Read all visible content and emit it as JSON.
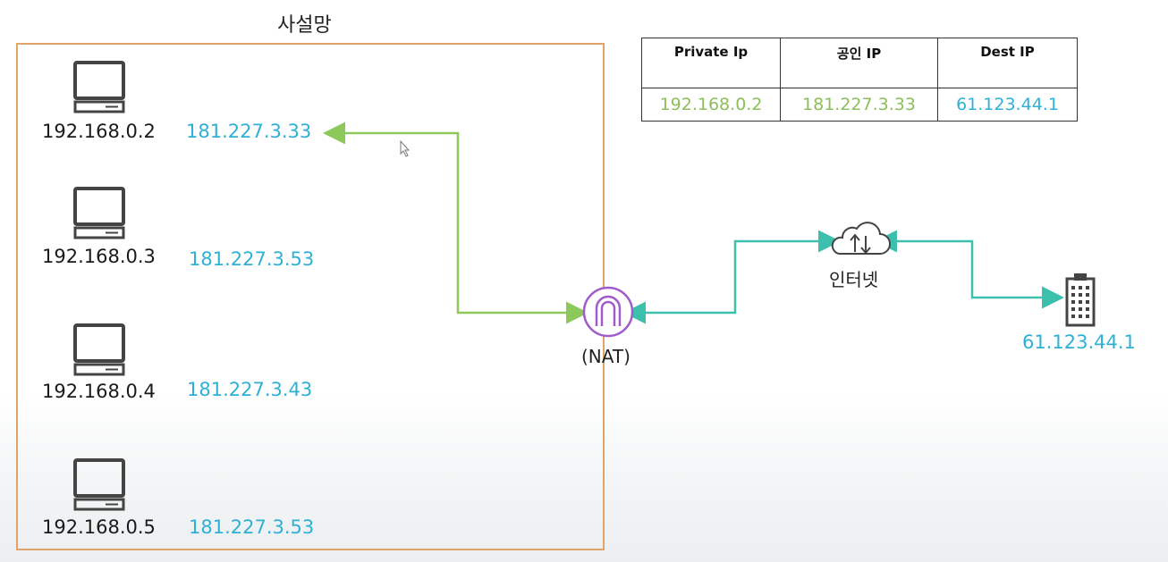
{
  "private_network": {
    "title": "사설망",
    "hosts": [
      {
        "private_ip": "192.168.0.2",
        "public_ip": "181.227.3.33"
      },
      {
        "private_ip": "192.168.0.3",
        "public_ip": "181.227.3.53"
      },
      {
        "private_ip": "192.168.0.4",
        "public_ip": "181.227.3.43"
      },
      {
        "private_ip": "192.168.0.5",
        "public_ip": "181.227.3.53"
      }
    ]
  },
  "nat": {
    "label": "(NAT)"
  },
  "internet": {
    "label": "인터넷"
  },
  "server": {
    "ip": "61.123.44.1"
  },
  "table": {
    "headers": [
      "Private Ip",
      "공인 IP",
      "Dest IP"
    ],
    "row": [
      "192.168.0.2",
      "181.227.3.33",
      "61.123.44.1"
    ]
  },
  "colors": {
    "private_box_border": "#e0a36a",
    "public_ip_text": "#2fb0d6",
    "lan_line": "#8cc85a",
    "wan_line": "#3dbfae",
    "nat_icon": "#a05cc8"
  }
}
